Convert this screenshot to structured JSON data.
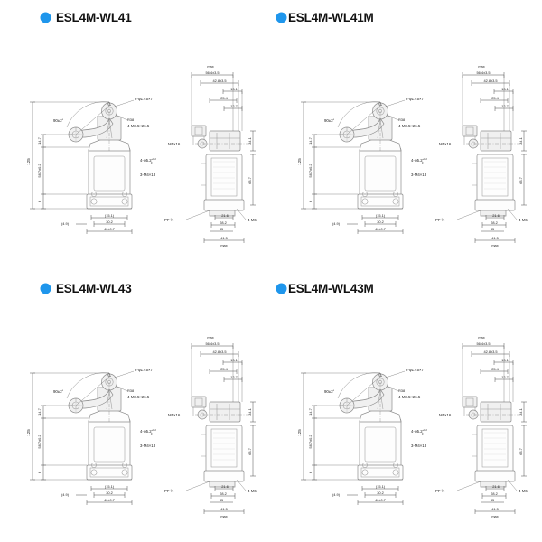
{
  "page": {
    "background": "#ffffff",
    "bullet_color": "#1f96ec",
    "line_color": "#8d8d8d"
  },
  "panels": [
    {
      "id": "wl41",
      "title": "ESL4M-WL41"
    },
    {
      "id": "wl41m",
      "title": "ESL4M-WL41M"
    },
    {
      "id": "wl43",
      "title": "ESL4M-WL43"
    },
    {
      "id": "wl43m",
      "title": "ESL4M-WL43M"
    }
  ],
  "drawing": {
    "front_view": {
      "angle": "90±3°",
      "overall_height": "125",
      "lever_height": "14.7",
      "mount_height": "58.7±0.2",
      "base_height": "6",
      "base_inner": "(15.1)",
      "hole_pitch": "30.2",
      "width": "40±0.7",
      "left_offset": "(4.9)",
      "tol_sup": "+0.2",
      "tol_sub": "0"
    },
    "callouts": {
      "roller_holes": "2-φ17.5×7",
      "radius": "R38",
      "lever_screws": "4-M3.5×26.5",
      "body_holes": "4-φ5.2",
      "body_holes_sup": "+0.2",
      "body_holes_sub": "0",
      "cover_screws": "3-M4×13",
      "shaft_screw": "M5×16",
      "conduit": "PF ½",
      "base_screws": "4-M6"
    },
    "side_view": {
      "max_label_top": "max",
      "lever_max": "56.4±3.5",
      "lever_mid": "42.8±3.5",
      "d1": "13.1",
      "d2": "25.4",
      "d3": "12.7",
      "head_height": "34.1",
      "body_depth": "68.7",
      "conduit_dim": "21.6",
      "conduit_dim2": "28.2",
      "conduit_dim3": "35",
      "base_width": "41.5",
      "max_label_bottom": "max"
    }
  }
}
